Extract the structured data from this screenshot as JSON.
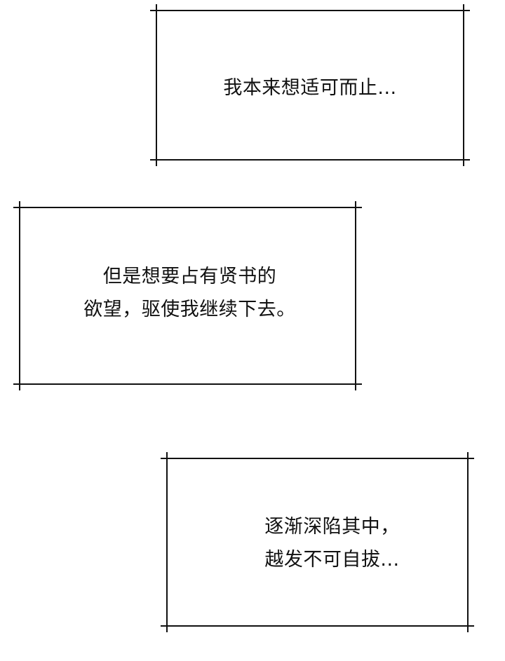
{
  "panels": [
    {
      "text": "我本来想适可而止..."
    },
    {
      "text": "但是想要占有贤书的\n欲望，驱使我继续下去。"
    },
    {
      "text": "逐渐深陷其中，\n越发不可自拔..."
    }
  ]
}
